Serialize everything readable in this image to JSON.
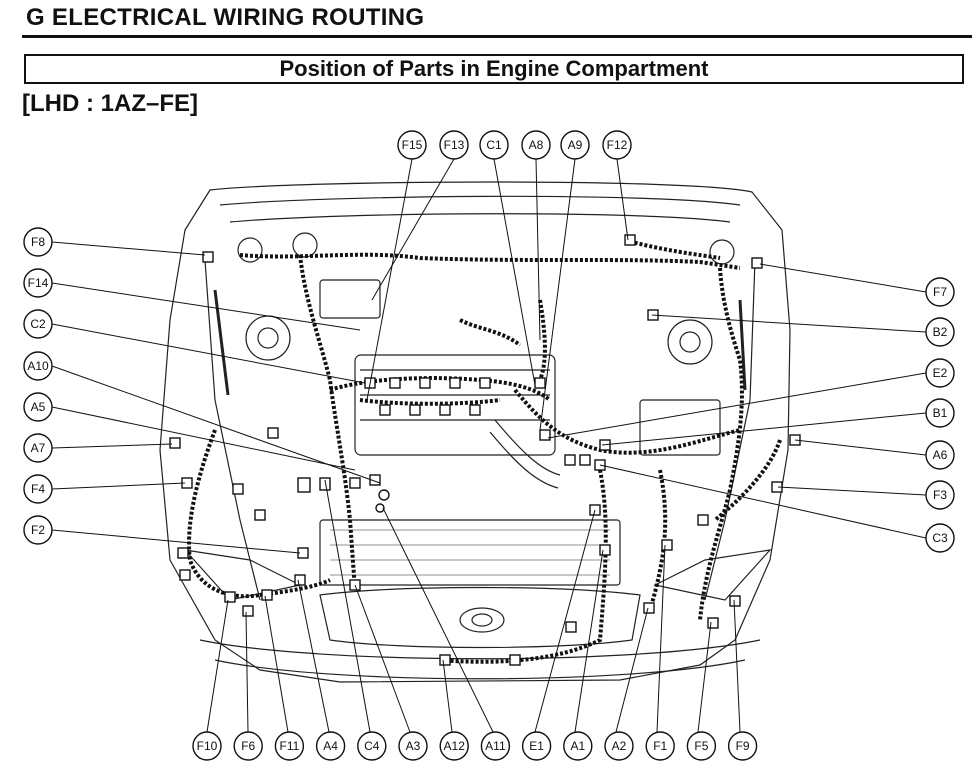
{
  "header": {
    "section_title": "G  ELECTRICAL WIRING ROUTING",
    "subtitle": "Position of Parts in Engine Compartment",
    "variant": "[LHD : 1AZ–FE]"
  },
  "callouts": {
    "top": [
      "F15",
      "F13",
      "C1",
      "A8",
      "A9",
      "F12"
    ],
    "left": [
      "F8",
      "F14",
      "C2",
      "A10",
      "A5",
      "A7",
      "F4",
      "F2"
    ],
    "right": [
      "F7",
      "B2",
      "E2",
      "B1",
      "A6",
      "F3",
      "C3"
    ],
    "bottom": [
      "F10",
      "F6",
      "F11",
      "A4",
      "C4",
      "A3",
      "A12",
      "A11",
      "E1",
      "A1",
      "A2",
      "F1",
      "F5",
      "F9"
    ]
  }
}
